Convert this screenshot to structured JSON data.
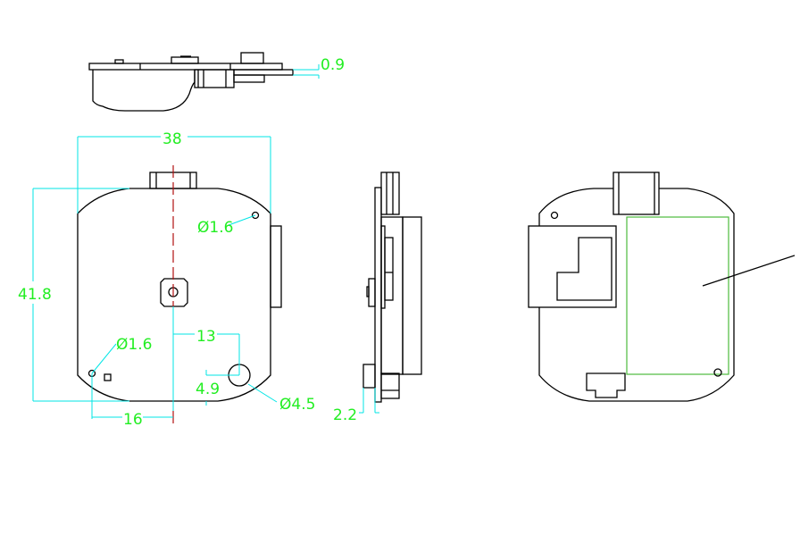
{
  "dimensions": {
    "thickness": "0.9",
    "width": "38",
    "height": "41.8",
    "hole_top": "Ø1.6",
    "hole_bottom": "Ø1.6",
    "offset_x": "13",
    "offset_y": "4.9",
    "big_hole": "Ø4.5",
    "hole_offset": "16",
    "side_offset": "2.2"
  },
  "colors": {
    "dimension": "#22ee22",
    "extension": "#00e5e5",
    "centerline": "#b01010",
    "outline": "#000000"
  }
}
